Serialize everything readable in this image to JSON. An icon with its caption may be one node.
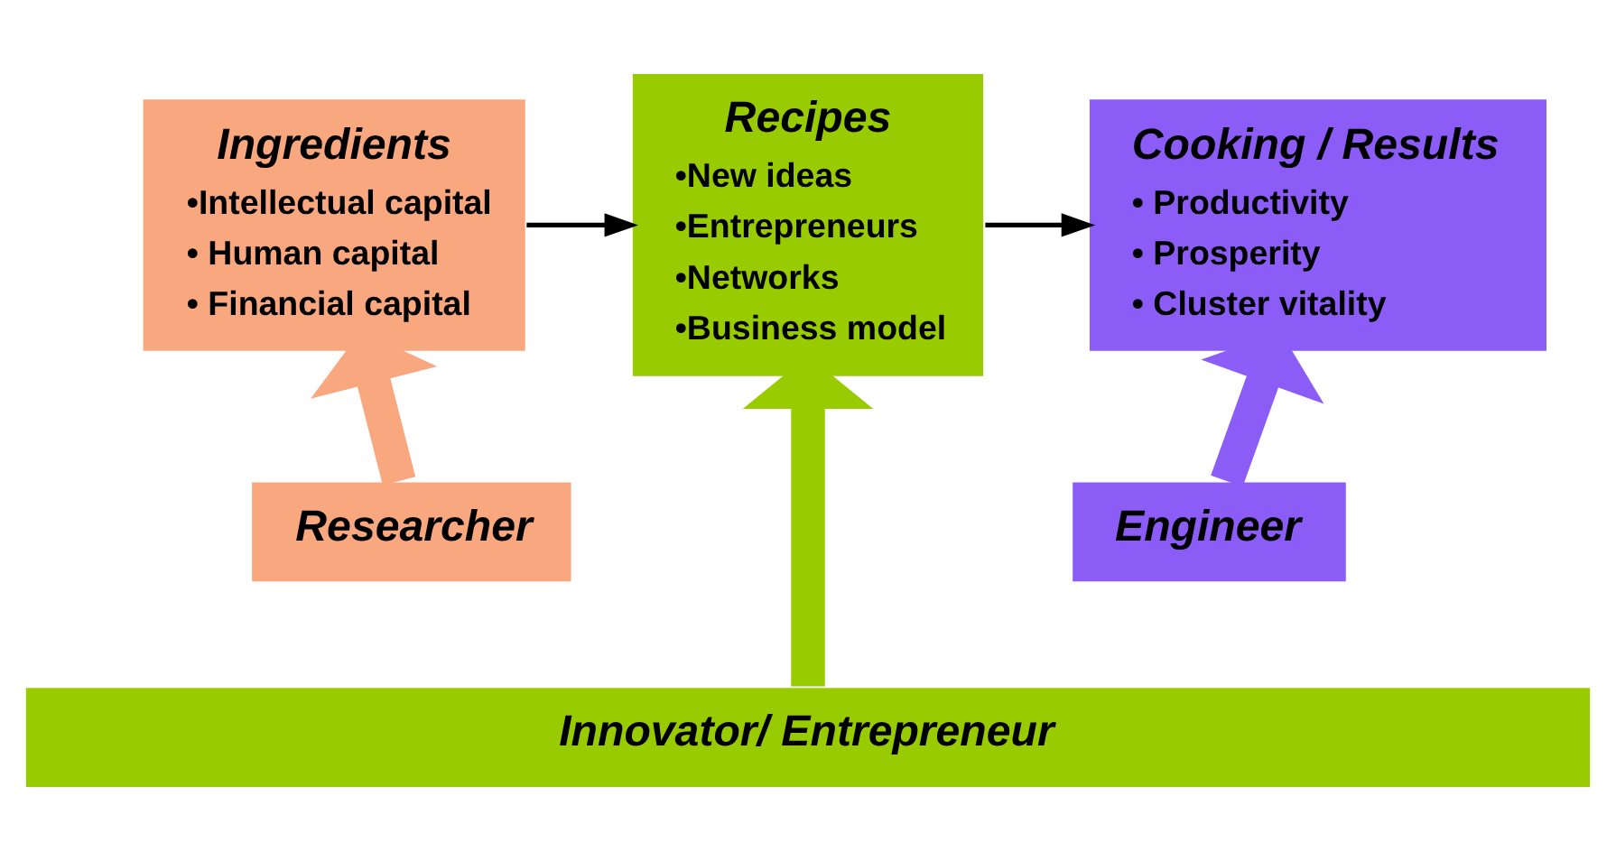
{
  "diagram": {
    "nodes": [
      {
        "text": [
          "Ingredients",
          "•Intellectual capital",
          "• Human capital",
          "• Financial capital"
        ]
      },
      {
        "text": [
          "Recipes",
          "•New ideas",
          "•Entrepreneurs",
          "•Networks",
          "•Business model"
        ]
      },
      {
        "text": [
          "Cooking / Results",
          "• Productivity",
          "• Prosperity",
          "• Cluster vitality"
        ]
      },
      {
        "text": [
          "Researcher"
        ]
      },
      {
        "text": [
          "Engineer"
        ]
      },
      {
        "text": [
          "Innovator/ Entrepreneur"
        ]
      }
    ],
    "edges": [
      {
        "from": 0,
        "to": 1,
        "arrow": "to"
      },
      {
        "from": 1,
        "to": 2,
        "arrow": "to"
      },
      {
        "from": 3,
        "to": 0,
        "arrow": "to",
        "color": "#f9a77f"
      },
      {
        "from": 5,
        "to": 1,
        "arrow": "to",
        "color": "#99cc00"
      },
      {
        "from": 4,
        "to": 2,
        "arrow": "to",
        "color": "#8b5cf6"
      }
    ]
  }
}
